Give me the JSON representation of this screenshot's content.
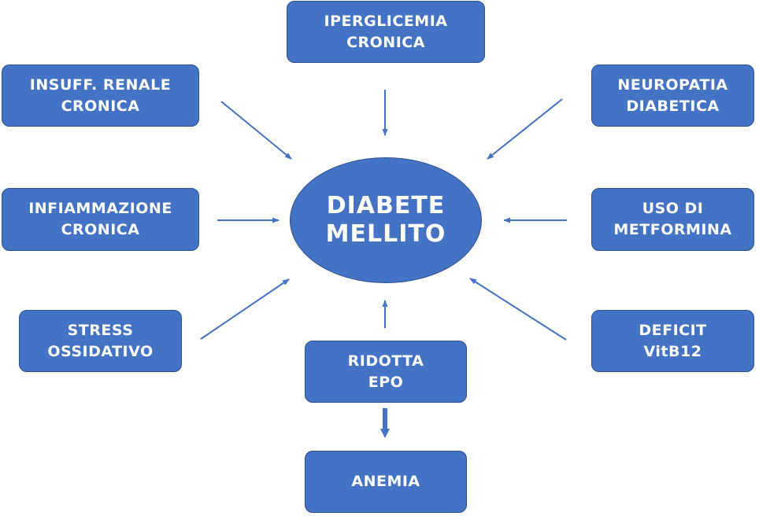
{
  "center": {
    "line1": "DIABETE",
    "line2": "MELLITO"
  },
  "causes": {
    "iperglicemia": {
      "line1": "IPERGLICEMIA",
      "line2": "CRONICA"
    },
    "insuff_renale": {
      "line1": "INSUFF. RENALE",
      "line2": "CRONICA"
    },
    "neuropatia": {
      "line1": "NEUROPATIA",
      "line2": "DIABETICA"
    },
    "infiammazione": {
      "line1": "INFIAMMAZIONE",
      "line2": "CRONICA"
    },
    "metformina": {
      "line1": "USO DI",
      "line2": "METFORMINA"
    },
    "stress": {
      "line1": "STRESS",
      "line2": "OSSIDATIVO"
    },
    "deficit": {
      "line1": "DEFICIT",
      "line2": "VitB12"
    },
    "ridotta_epo": {
      "line1": "RIDOTTA",
      "line2": "EPO"
    }
  },
  "outcome": {
    "label": "ANEMIA"
  },
  "colors": {
    "fill": "#4472c4",
    "border": "#2f528f",
    "arrow": "#4472c4",
    "text": "#ffffff"
  }
}
